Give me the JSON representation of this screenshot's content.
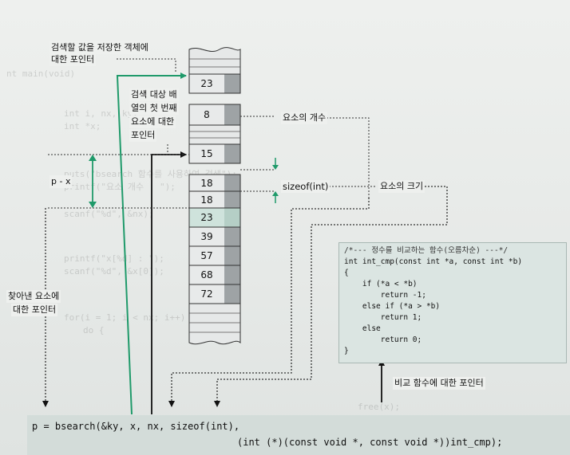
{
  "array_cells": [
    "23",
    "8",
    "15",
    "18",
    "18",
    "23",
    "39",
    "57",
    "68",
    "72"
  ],
  "labels": {
    "key_pointer_line1": "검색할 값을 저장한 객체에",
    "key_pointer_line2": "대한 포인터",
    "first_elem_line1": "검색 대상 배",
    "first_elem_line2": "열의 첫 번째",
    "first_elem_line3": "요소에 대한",
    "first_elem_line4": "포인터",
    "element_count": "요소의 개수",
    "element_size": "요소의 크기",
    "sizeof_int": "sizeof(int)",
    "offset": "p - x",
    "found_line1": "찾아낸 요소에",
    "found_line2": "대한 포인터",
    "compare_func": "비교 함수에 대한 포인터"
  },
  "code": {
    "lines": [
      "/*--- 정수를 비교하는 함수(오름차순) ---*/",
      "int int_cmp(const int *a, const int *b)",
      "{",
      "    if (*a < *b)",
      "        return -1;",
      "    else if (*a > *b)",
      "        return 1;",
      "    else",
      "        return 0;",
      "}"
    ]
  },
  "call": {
    "line1": "p = bsearch(&ky, x, nx, sizeof(int),",
    "line2": "(int (*)(const void *, const void *))int_cmp);"
  },
  "background_text": [
    "nt main(void)",
    "int i, nx, ky;",
    "int *x;",
    "puts(\"bsearch 함수를 사용하여 검색\");",
    "printf(\"요소 개수 : \");",
    "scanf(\"%d\", &nx);",
    "printf(\"x[%d] : \");",
    "scanf(\"%d\", &x[0]);",
    "for(i = 1; i < nx; i++) {",
    "do {",
    "free(x);"
  ],
  "colors": {
    "arrow": "#1f9a6a",
    "cell_light": "#e8eaea",
    "cell_dark": "#9ea3a5",
    "cell_found": "#cfe3dc",
    "code_panel": "#dbe5e2",
    "call_bar": "#d3dcd9"
  }
}
